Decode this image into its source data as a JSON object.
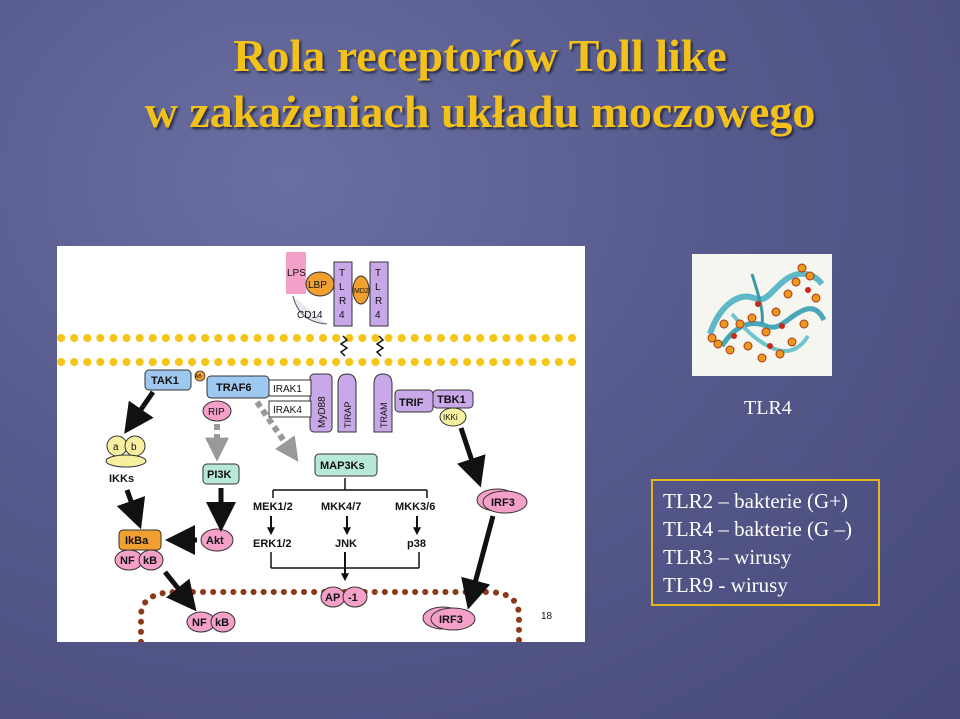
{
  "title": {
    "line1": "Rola receptorów Toll like",
    "line2": "w zakażeniach układu moczowego"
  },
  "colors": {
    "background": "#565a8c",
    "title": "#f2c21a",
    "box_border": "#e7b51d",
    "membrane_dots": "#f5c518",
    "nucleus_dots": "#8a3a1a"
  },
  "diagram": {
    "labels": {
      "lps": "LPS",
      "lbp": "LBP",
      "cd14": "CD14",
      "md2": "MD2",
      "tlr_letters": [
        "T",
        "L",
        "R",
        "4"
      ],
      "tak1": "TAK1",
      "tab": "AB",
      "traf6": "TRAF6",
      "irak1": "IRAK1",
      "irak4": "IRAK4",
      "myd88": "MyD88",
      "tirap": "TIRAP",
      "tram": "TRAM",
      "trif": "TRIF",
      "tbk1": "TBK1",
      "ikki": "IKKi",
      "rip": "RIP",
      "ikk_a": "a",
      "ikk_b": "b",
      "ikks": "IKKs",
      "pi3k": "PI3K",
      "map3ks": "MAP3Ks",
      "irf3": "IRF3",
      "mek12": "MEK1/2",
      "mkk47": "MKK4/7",
      "mkk36": "MKK3/6",
      "ikba": "IkBa",
      "akt": "Akt",
      "erk12": "ERK1/2",
      "jnk": "JNK",
      "p38": "p38",
      "nf": "NF",
      "kb": "kB",
      "ap": "AP",
      "ap1": "-1",
      "page_num": "18"
    }
  },
  "protein": {
    "caption": "TLR4",
    "icon": "protein-structure-image"
  },
  "tlr_list": [
    "TLR2 – bakterie (G+)",
    "TLR4 – bakterie (G –)",
    "TLR3 – wirusy",
    "TLR9 - wirusy"
  ]
}
